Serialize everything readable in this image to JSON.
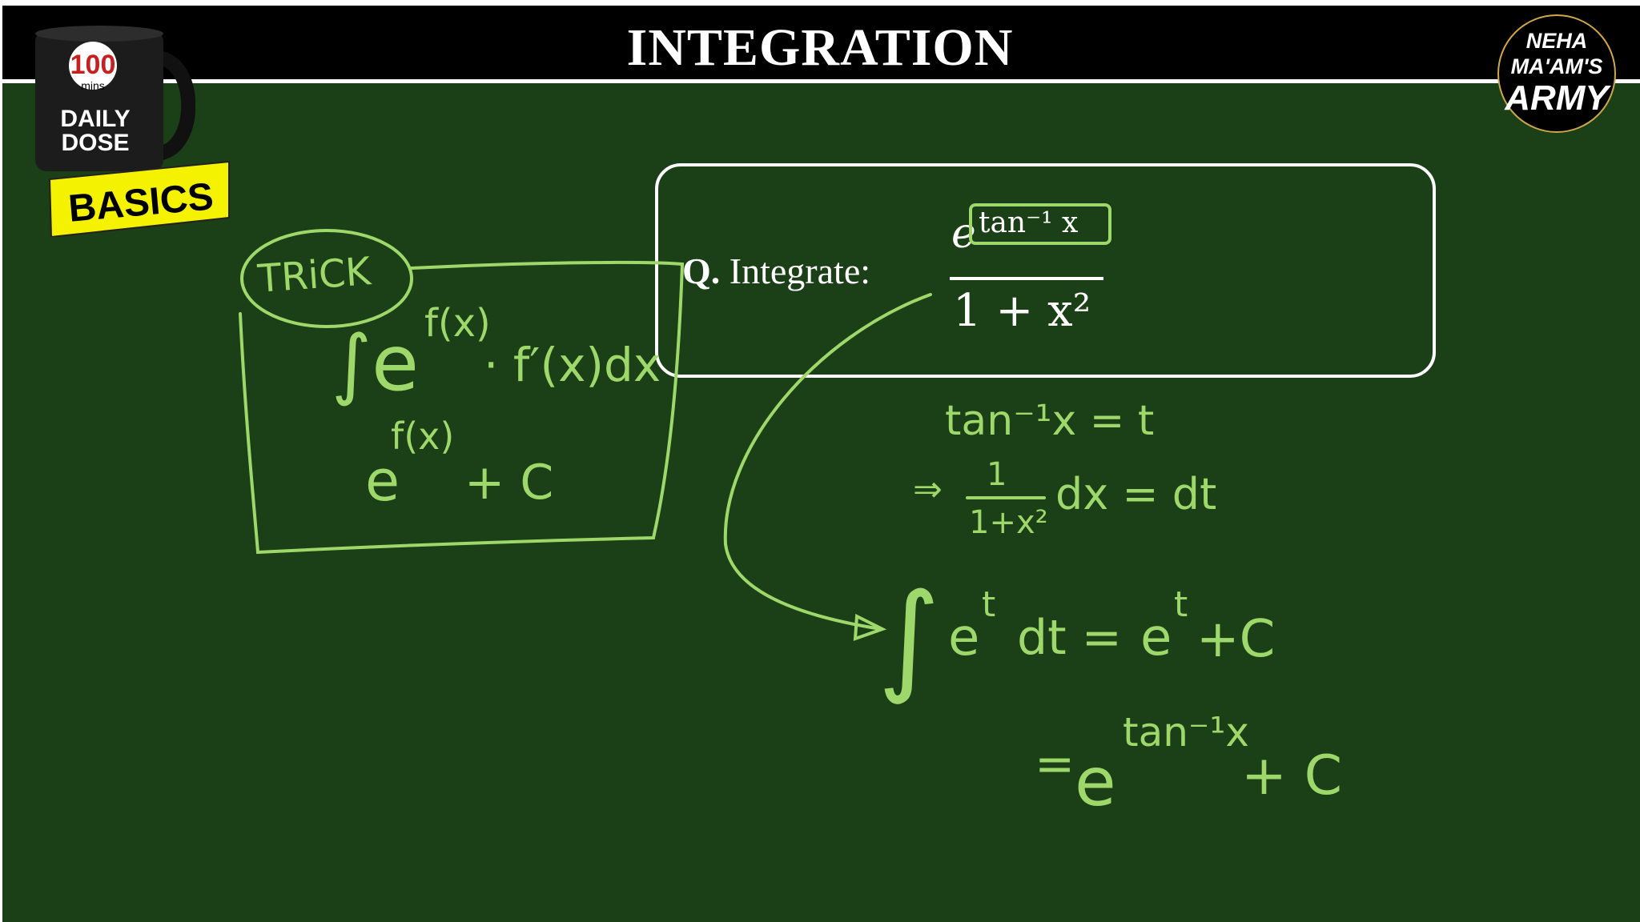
{
  "header": {
    "title": "INTEGRATION"
  },
  "branding": {
    "mug": {
      "number": "100",
      "unit": "mins",
      "line1": "DAILY",
      "line2": "DOSE"
    },
    "tag": "BASICS",
    "army": {
      "line1": "NEHA",
      "line2": "MA'AM'S",
      "line3": "ARMY"
    }
  },
  "question": {
    "label_prefix": "Q.",
    "label_text": "Integrate:",
    "numerator_base": "e",
    "numerator_exponent": "tan⁻¹ x",
    "denominator": "1 + x²"
  },
  "trick": {
    "label": "TRiCK",
    "formula_integrand": "∫e",
    "formula_exponent": "f(x)",
    "formula_tail": "· f′(x)dx",
    "result_base": "e",
    "result_exponent": "f(x)",
    "result_tail": "+ C"
  },
  "solution": {
    "substitution": "tan⁻¹x = t",
    "derivative_prefix": "⇒",
    "derivative_num": "1",
    "derivative_den": "1+x²",
    "derivative_rest": "dx = dt",
    "integral_sign": "∫",
    "integral_base": "e",
    "integral_exp": "t",
    "integral_rest": "dt =",
    "integral_result_base": "e",
    "integral_result_exp": "t",
    "integral_result_tail": "+C",
    "final_prefix": "=",
    "final_base": "e",
    "final_exp": "tan⁻¹x",
    "final_tail": "+ C"
  },
  "colors": {
    "board": "#1b3f16",
    "chalk": "#9fd86a",
    "white": "#ffffff",
    "tag_yellow": "#f5f200"
  }
}
